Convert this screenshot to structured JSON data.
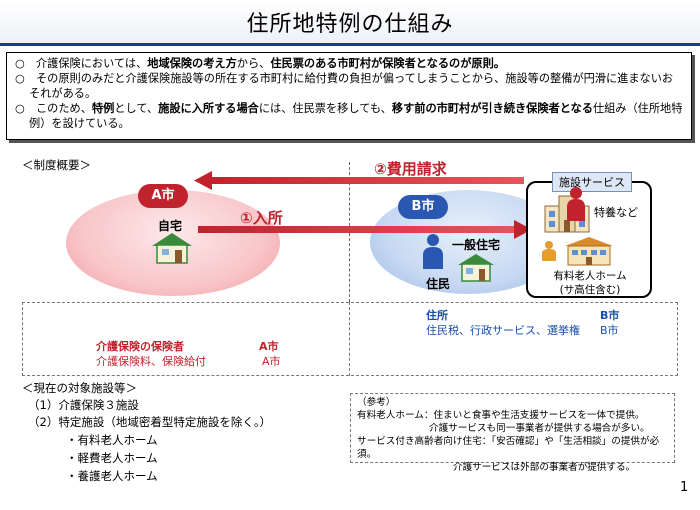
{
  "title": "住所地特例の仕組み",
  "intro": {
    "p1_a": "○　介護保険においては、",
    "p1_b": "地域保険の考え方",
    "p1_c": "から、",
    "p1_d": "住民票のある市町村が保険者となるのが原則。",
    "p2": "○　その原則のみだと介護保険施設等の所在する市町村に給付費の負担が偏ってしまうことから、施設等の整備が円滑に進まないおそれがある。",
    "p3_a": "○　このため、",
    "p3_b": "特例",
    "p3_c": "として、",
    "p3_d": "施設に入所する場合",
    "p3_e": "には、住民票を移しても、",
    "p3_f": "移す前の市町村が引き続き保険者となる",
    "p3_g": "仕組み（住所地特例）を設けている。"
  },
  "overview_label": "＜制度概要＞",
  "city_a": "A市",
  "city_b": "B市",
  "home_a": "自宅",
  "home_b": "一般住宅",
  "resident": "住民",
  "arrow_move": "①入所",
  "arrow_bill": "②費用請求",
  "facility": {
    "header": "施設サービス",
    "tokuyou": "特養など",
    "yuryo": "有料老人ホーム",
    "yuryo_note": "(サ高住含む)"
  },
  "left_info": {
    "insurer_label": "介護保険の保険者",
    "insurer_value": "A市",
    "items_label": "介護保険料、保険給付",
    "items_value": "A市"
  },
  "right_info": {
    "address_label": "住所",
    "address_value": "B市",
    "items_label": "住民税、行政サービス、選挙権",
    "items_value": "B市"
  },
  "current": {
    "label": "＜現在の対象施設等＞",
    "item1": "（1）介護保険３施設",
    "item2": "（2）特定施設（地域密着型特定施設を除く。）",
    "sub": [
      "・有料老人ホーム",
      "・軽費老人ホーム",
      "・養護老人ホーム"
    ]
  },
  "note": {
    "label": "（参考）",
    "l1": "有料老人ホーム：住まいと食事や生活支援サービスを一体で提供。",
    "l2": "介護サービスも同一事業者が提供する場合が多い。",
    "l3": "サービス付き高齢者向け住宅：「安否確認」や「生活相談」の提供が必須。",
    "l4": "介護サービスは外部の事業者が提供する。"
  },
  "page_number": "1",
  "colors": {
    "accent_red": "#c0232d",
    "accent_blue": "#2a58b0",
    "title_rule": "#1f3b8f"
  }
}
